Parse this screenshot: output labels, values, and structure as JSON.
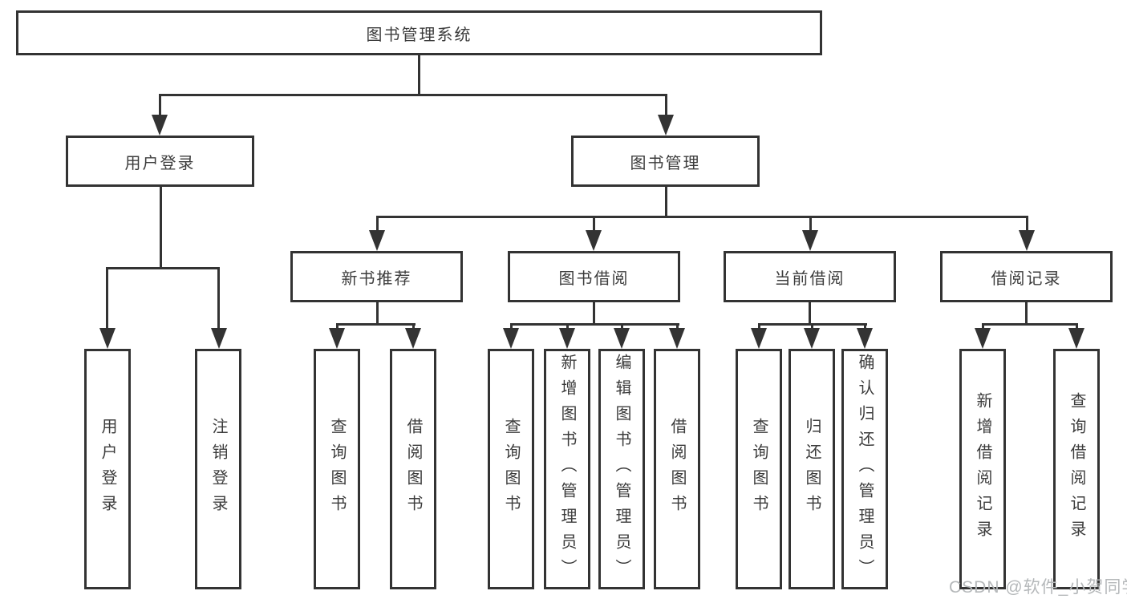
{
  "diagram": {
    "root": {
      "label": "图书管理系统"
    },
    "level2": [
      {
        "label": "用户登录"
      },
      {
        "label": "图书管理"
      }
    ],
    "level3": [
      {
        "label": "新书推荐"
      },
      {
        "label": "图书借阅"
      },
      {
        "label": "当前借阅"
      },
      {
        "label": "借阅记录"
      }
    ],
    "leaves": {
      "user_login": [
        "用户登录",
        "注销登录"
      ],
      "new_book": [
        "查询图书",
        "借阅图书"
      ],
      "book_borrow": [
        "查询图书",
        "新增图书（管理员）",
        "编辑图书（管理员）",
        "借阅图书"
      ],
      "current_borrow": [
        "查询图书",
        "归还图书",
        "确认归还（管理员）"
      ],
      "borrow_record": [
        "新增借阅记录",
        "查询借阅记录"
      ]
    },
    "watermark": "CSDN @软件_小贺同学",
    "colors": {
      "line": "#333333",
      "text": "#3c3c3c",
      "watermark": "#b5b8ba",
      "background": "#ffffff"
    }
  }
}
